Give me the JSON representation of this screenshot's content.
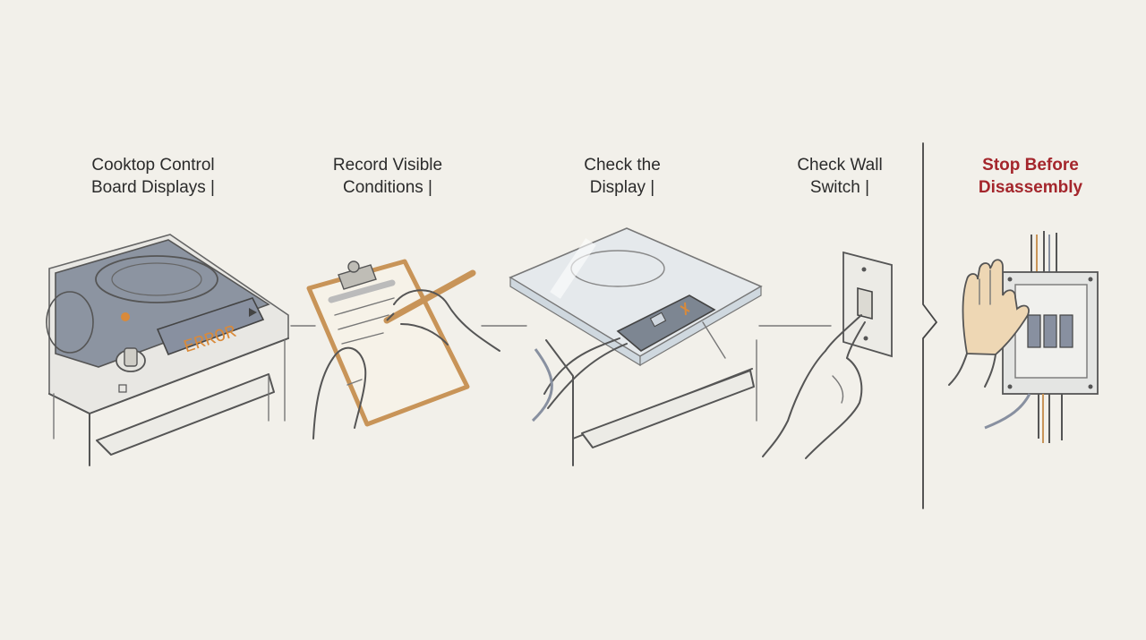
{
  "steps": [
    {
      "line1": "Cooktop Control",
      "line2": "Board Displays |"
    },
    {
      "line1": "Record Visible",
      "line2": "Conditions |"
    },
    {
      "line1": "Check the",
      "line2": "Display |"
    },
    {
      "line1": "Check Wall",
      "line2": "Switch |"
    },
    {
      "line1": "Stop Before",
      "line2": "Disassembly"
    }
  ],
  "display_text": "ERROR",
  "icons": [
    "cooktop-icon",
    "clipboard-hand-icon",
    "glass-cooktop-control-board-icon",
    "wall-switch-hand-icon",
    "breaker-panel-stop-hand-icon"
  ],
  "colors": {
    "background": "#f2f0ea",
    "stop_text": "#a4262c",
    "display_text": "#d98a3a",
    "clipboard": "#c89458"
  }
}
